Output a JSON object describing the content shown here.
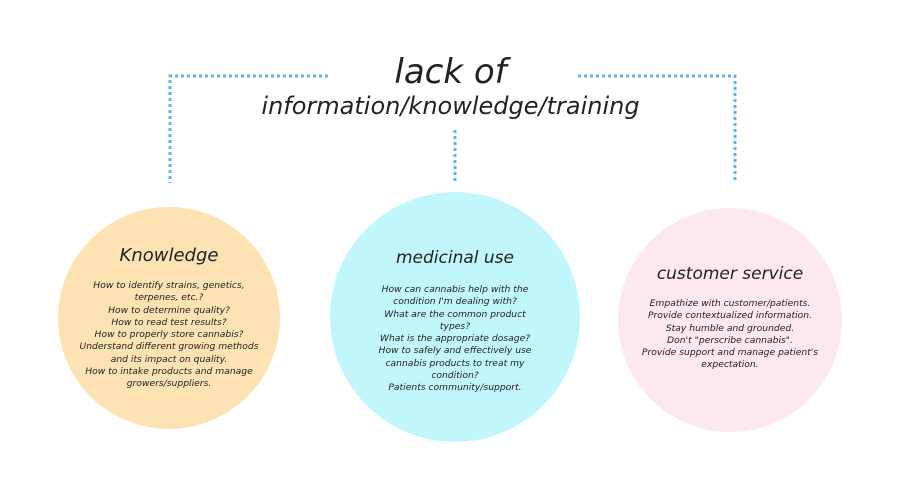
{
  "title": {
    "line1": "lack of",
    "line2": "information/knowledge/training"
  },
  "colors": {
    "connector": "#5ab4f0",
    "knowledge": "#fde3b4",
    "medicinal": "#c2f6fd",
    "service": "#fde8ed"
  },
  "nodes": [
    {
      "heading": "Knowledge",
      "items": [
        "How to identify strains, genetics, terpenes, etc.?",
        "How to determine quality?",
        "How to read test results?",
        "How to properly store cannabis?",
        "Understand different growing methods and its impact on quality.",
        "How to intake products and manage growers/suppliers."
      ]
    },
    {
      "heading": "medicinal use",
      "items": [
        "How can cannabis help with the condition I'm dealing with?",
        "What are the common product types?",
        "What is the appropriate dosage?",
        "How to safely and effectively use cannabis products to treat my condition?",
        "Patients community/support."
      ]
    },
    {
      "heading": "customer service",
      "items": [
        "Empathize with customer/patients.",
        "Provide contextualized information.",
        "Stay humble and grounded.",
        "Don't \"perscribe cannabis\".",
        "Provide support and manage patient's expectation."
      ]
    }
  ]
}
